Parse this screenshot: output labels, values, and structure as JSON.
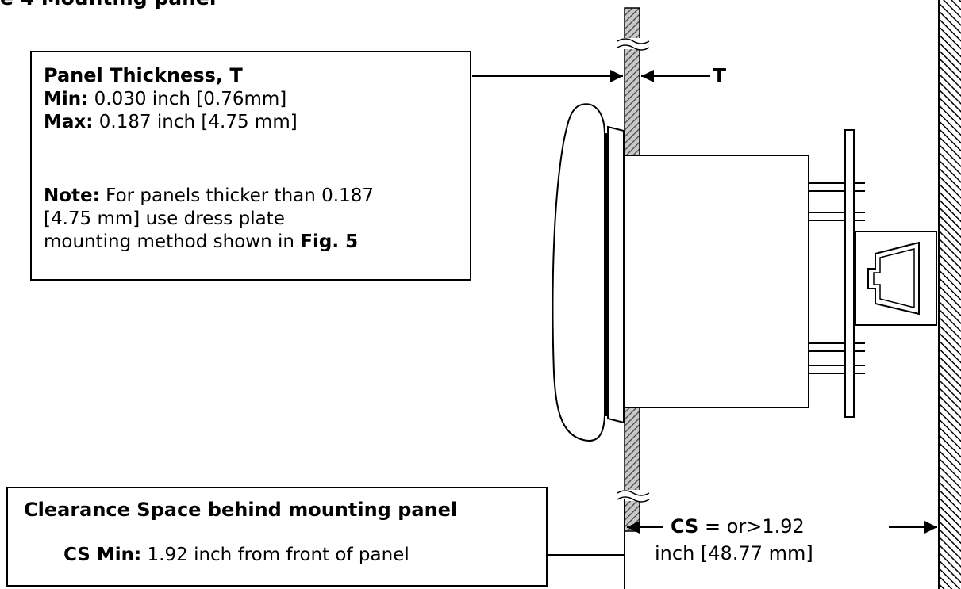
{
  "header_partial": "e 4 Mounting panel",
  "thickness_box": {
    "title": "Panel Thickness, T",
    "min_label": "Min:",
    "min_value": " 0.030 inch [0.76mm]",
    "max_label": "Max:",
    "max_value": " 0.187 inch [4.75 mm]",
    "note_label": "Note:",
    "note_line1": " For panels thicker than 0.187",
    "note_line2": "[4.75 mm] use dress plate",
    "note_line3": "mounting method shown in ",
    "note_ref": "Fig. 5"
  },
  "t_marker": "T",
  "clearance_box": {
    "title": "Clearance Space behind mounting panel",
    "min_label": "CS Min:",
    "min_value": " 1.92 inch from front of panel"
  },
  "cs_dimension": {
    "label": "CS",
    "line1_rest": " = or>1.92",
    "line2": "inch [48.77 mm]"
  },
  "colors": {
    "ink": "#000000",
    "panel_fill": "#9a9a9a",
    "background": "#ffffff"
  }
}
